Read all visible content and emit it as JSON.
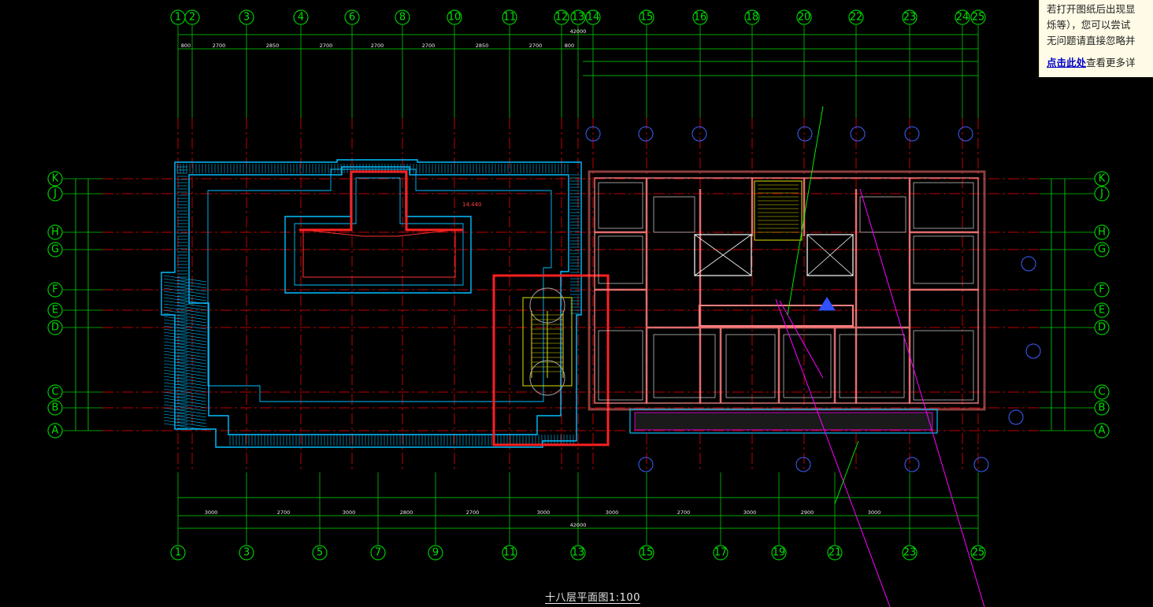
{
  "drawing": {
    "title": "十八层平面图1:100",
    "elevation_marker": "14.440",
    "top_axes": [
      "1",
      "2",
      "3",
      "4",
      "6",
      "8",
      "10",
      "11",
      "12",
      "13",
      "14",
      "15",
      "16",
      "18",
      "20",
      "22",
      "23",
      "24",
      "25"
    ],
    "bottom_axes": [
      "1",
      "3",
      "5",
      "7",
      "9",
      "11",
      "13",
      "15",
      "17",
      "19",
      "21",
      "23",
      "25"
    ],
    "left_axes": [
      "K",
      "J",
      "H",
      "G",
      "F",
      "E",
      "D",
      "C",
      "B",
      "A"
    ],
    "right_axes": [
      "K",
      "J",
      "H",
      "G",
      "F",
      "E",
      "D",
      "C",
      "B",
      "A"
    ],
    "overall_dim": "42000",
    "top_dims": [
      "800",
      "2700",
      "2850",
      "2700",
      "2700",
      "2700",
      "2850",
      "2700",
      "800"
    ],
    "bottom_dims": [
      "3000",
      "2700",
      "3000",
      "2800",
      "2700",
      "3000",
      "3000",
      "2700",
      "3000",
      "2900",
      "3000"
    ],
    "colors": {
      "background": "#000000",
      "axis": "#00c800",
      "wall": "#00bfff",
      "grid": "#cc0000",
      "highlight": "#ff2020",
      "dim_line": "#00ff00",
      "leader": "#ff00ff"
    }
  },
  "notice": {
    "line1": "若打开图纸后出现显",
    "line2": "烁等），您可以尝试",
    "line3": "无问题请直接忽略并",
    "link": "点击此处",
    "link_suffix": "查看更多详"
  }
}
